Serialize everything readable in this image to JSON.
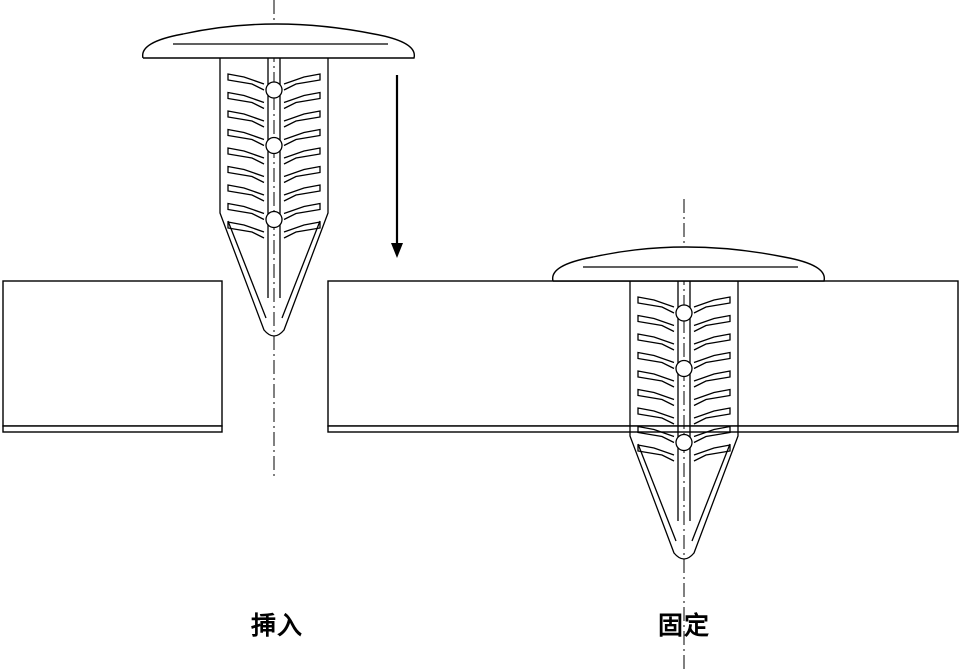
{
  "labels": {
    "insert": "挿入",
    "fixed": "固定"
  },
  "colors": {
    "stroke": "#000000",
    "fill": "#ffffff"
  },
  "fastener": {
    "barb_rows": 9,
    "hole_rows": [
      0,
      3,
      7
    ]
  },
  "icons": {
    "direction_arrow": "arrow-down-icon"
  }
}
